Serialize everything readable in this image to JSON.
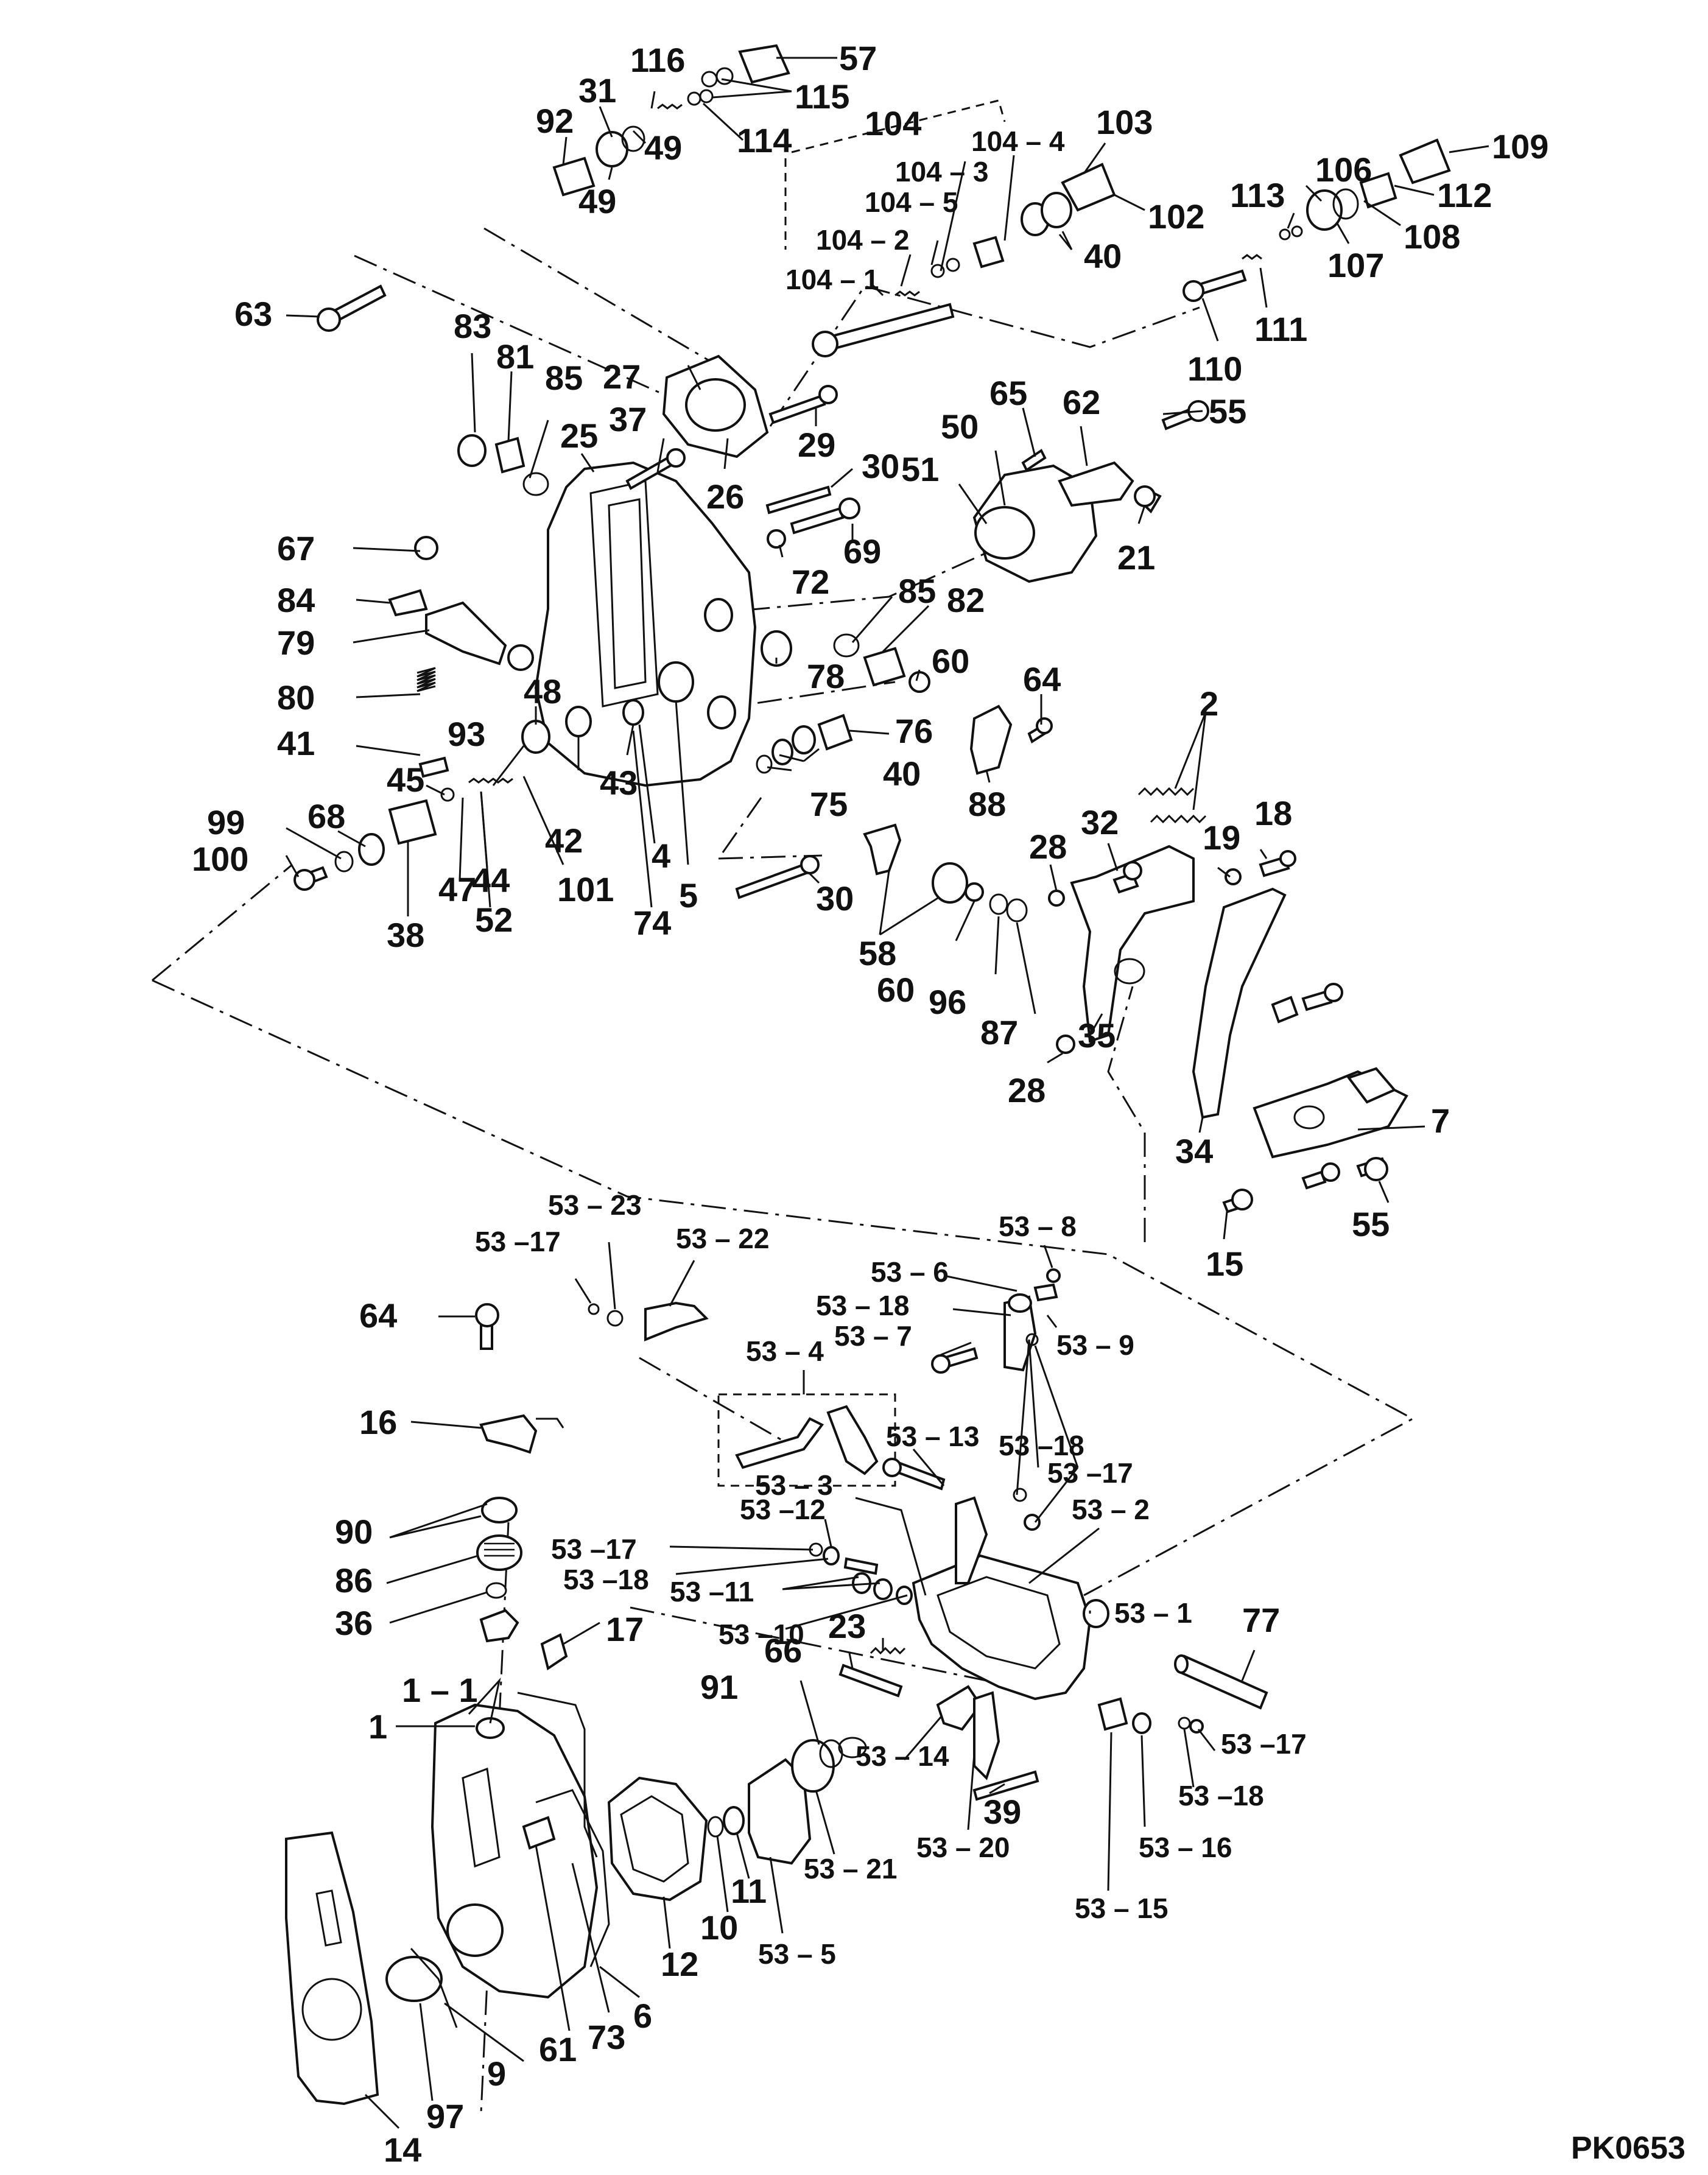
{
  "drawing_code": "PK0653",
  "callouts": [
    {
      "id": "c57",
      "text": "57"
    },
    {
      "id": "c116",
      "text": "116"
    },
    {
      "id": "c115",
      "text": "115"
    },
    {
      "id": "c31",
      "text": "31"
    },
    {
      "id": "c92",
      "text": "92"
    },
    {
      "id": "c114",
      "text": "114"
    },
    {
      "id": "c49a",
      "text": "49"
    },
    {
      "id": "c49b",
      "text": "49"
    },
    {
      "id": "c104",
      "text": "104"
    },
    {
      "id": "c104_4",
      "text": "104 – 4"
    },
    {
      "id": "c104_3",
      "text": "104 – 3"
    },
    {
      "id": "c104_5",
      "text": "104 – 5"
    },
    {
      "id": "c104_2",
      "text": "104 – 2"
    },
    {
      "id": "c104_1",
      "text": "104 – 1"
    },
    {
      "id": "c103",
      "text": "103"
    },
    {
      "id": "c102",
      "text": "102"
    },
    {
      "id": "c40a",
      "text": "40"
    },
    {
      "id": "c109",
      "text": "109"
    },
    {
      "id": "c106",
      "text": "106"
    },
    {
      "id": "c113",
      "text": "113"
    },
    {
      "id": "c112",
      "text": "112"
    },
    {
      "id": "c108",
      "text": "108"
    },
    {
      "id": "c107",
      "text": "107"
    },
    {
      "id": "c111",
      "text": "111"
    },
    {
      "id": "c110",
      "text": "110"
    },
    {
      "id": "c63",
      "text": "63"
    },
    {
      "id": "c83",
      "text": "83"
    },
    {
      "id": "c81",
      "text": "81"
    },
    {
      "id": "c27",
      "text": "27"
    },
    {
      "id": "c85a",
      "text": "85"
    },
    {
      "id": "c37",
      "text": "37"
    },
    {
      "id": "c25",
      "text": "25"
    },
    {
      "id": "c29",
      "text": "29"
    },
    {
      "id": "c26",
      "text": "26"
    },
    {
      "id": "c65",
      "text": "65"
    },
    {
      "id": "c62",
      "text": "62"
    },
    {
      "id": "c50",
      "text": "50"
    },
    {
      "id": "c55a",
      "text": "55"
    },
    {
      "id": "c30a",
      "text": "30"
    },
    {
      "id": "c51",
      "text": "51"
    },
    {
      "id": "c69",
      "text": "69"
    },
    {
      "id": "c21",
      "text": "21"
    },
    {
      "id": "c67",
      "text": "67"
    },
    {
      "id": "c72",
      "text": "72"
    },
    {
      "id": "c84",
      "text": "84"
    },
    {
      "id": "c85b",
      "text": "85"
    },
    {
      "id": "c82",
      "text": "82"
    },
    {
      "id": "c79",
      "text": "79"
    },
    {
      "id": "c78",
      "text": "78"
    },
    {
      "id": "c60a",
      "text": "60"
    },
    {
      "id": "c80",
      "text": "80"
    },
    {
      "id": "c64a",
      "text": "64"
    },
    {
      "id": "c48",
      "text": "48"
    },
    {
      "id": "c93",
      "text": "93"
    },
    {
      "id": "c41",
      "text": "41"
    },
    {
      "id": "c76",
      "text": "76"
    },
    {
      "id": "c2",
      "text": "2"
    },
    {
      "id": "c45",
      "text": "45"
    },
    {
      "id": "c43",
      "text": "43"
    },
    {
      "id": "c40b",
      "text": "40"
    },
    {
      "id": "c75",
      "text": "75"
    },
    {
      "id": "c88",
      "text": "88"
    },
    {
      "id": "c99",
      "text": "99"
    },
    {
      "id": "c68",
      "text": "68"
    },
    {
      "id": "c42",
      "text": "42"
    },
    {
      "id": "c4",
      "text": "4"
    },
    {
      "id": "c18",
      "text": "18"
    },
    {
      "id": "c32",
      "text": "32"
    },
    {
      "id": "c19",
      "text": "19"
    },
    {
      "id": "c100",
      "text": "100"
    },
    {
      "id": "c28a",
      "text": "28"
    },
    {
      "id": "c47",
      "text": "47"
    },
    {
      "id": "c44",
      "text": "44"
    },
    {
      "id": "c101",
      "text": "101"
    },
    {
      "id": "c5",
      "text": "5"
    },
    {
      "id": "c30b",
      "text": "30"
    },
    {
      "id": "c52",
      "text": "52"
    },
    {
      "id": "c74",
      "text": "74"
    },
    {
      "id": "c38",
      "text": "38"
    },
    {
      "id": "c58",
      "text": "58"
    },
    {
      "id": "c60b",
      "text": "60"
    },
    {
      "id": "c96",
      "text": "96"
    },
    {
      "id": "c87",
      "text": "87"
    },
    {
      "id": "c35",
      "text": "35"
    },
    {
      "id": "c28b",
      "text": "28"
    },
    {
      "id": "c7",
      "text": "7"
    },
    {
      "id": "c34",
      "text": "34"
    },
    {
      "id": "c55b",
      "text": "55"
    },
    {
      "id": "c15",
      "text": "15"
    },
    {
      "id": "c53_23",
      "text": "53 – 23"
    },
    {
      "id": "c53_17a",
      "text": "53 –17"
    },
    {
      "id": "c53_22",
      "text": "53 – 22"
    },
    {
      "id": "c53_8",
      "text": "53 – 8"
    },
    {
      "id": "c53_6",
      "text": "53 – 6"
    },
    {
      "id": "c53_18a",
      "text": "53 – 18"
    },
    {
      "id": "c64b",
      "text": "64"
    },
    {
      "id": "c53_7",
      "text": "53 – 7"
    },
    {
      "id": "c53_9",
      "text": "53 – 9"
    },
    {
      "id": "c53_4",
      "text": "53 – 4"
    },
    {
      "id": "c16",
      "text": "16"
    },
    {
      "id": "c53_13",
      "text": "53 – 13"
    },
    {
      "id": "c53_18b",
      "text": "53 –18"
    },
    {
      "id": "c53_17b",
      "text": "53 –17"
    },
    {
      "id": "c53_3",
      "text": "53 – 3"
    },
    {
      "id": "c90",
      "text": "90"
    },
    {
      "id": "c53_12",
      "text": "53 –12"
    },
    {
      "id": "c53_2",
      "text": "53 – 2"
    },
    {
      "id": "c53_17c",
      "text": "53 –17"
    },
    {
      "id": "c86",
      "text": "86"
    },
    {
      "id": "c53_18c",
      "text": "53 –18"
    },
    {
      "id": "c53_11",
      "text": "53 –11"
    },
    {
      "id": "c36",
      "text": "36"
    },
    {
      "id": "c53_10",
      "text": "53 –10"
    },
    {
      "id": "c23",
      "text": "23"
    },
    {
      "id": "c53_1",
      "text": "53 – 1"
    },
    {
      "id": "c77",
      "text": "77"
    },
    {
      "id": "c17",
      "text": "17"
    },
    {
      "id": "c66",
      "text": "66"
    },
    {
      "id": "c1_1",
      "text": "1 – 1"
    },
    {
      "id": "c91",
      "text": "91"
    },
    {
      "id": "c1",
      "text": "1"
    },
    {
      "id": "c53_14",
      "text": "53 – 14"
    },
    {
      "id": "c53_17d",
      "text": "53 –17"
    },
    {
      "id": "c39",
      "text": "39"
    },
    {
      "id": "c53_18d",
      "text": "53 –18"
    },
    {
      "id": "c53_20",
      "text": "53 – 20"
    },
    {
      "id": "c53_16",
      "text": "53 – 16"
    },
    {
      "id": "c53_21",
      "text": "53 – 21"
    },
    {
      "id": "c11",
      "text": "11"
    },
    {
      "id": "c53_15",
      "text": "53 – 15"
    },
    {
      "id": "c10",
      "text": "10"
    },
    {
      "id": "c53_5",
      "text": "53 – 5"
    },
    {
      "id": "c12",
      "text": "12"
    },
    {
      "id": "c6",
      "text": "6"
    },
    {
      "id": "c73",
      "text": "73"
    },
    {
      "id": "c61",
      "text": "61"
    },
    {
      "id": "c9",
      "text": "9"
    },
    {
      "id": "c97",
      "text": "97"
    },
    {
      "id": "c14",
      "text": "14"
    }
  ]
}
